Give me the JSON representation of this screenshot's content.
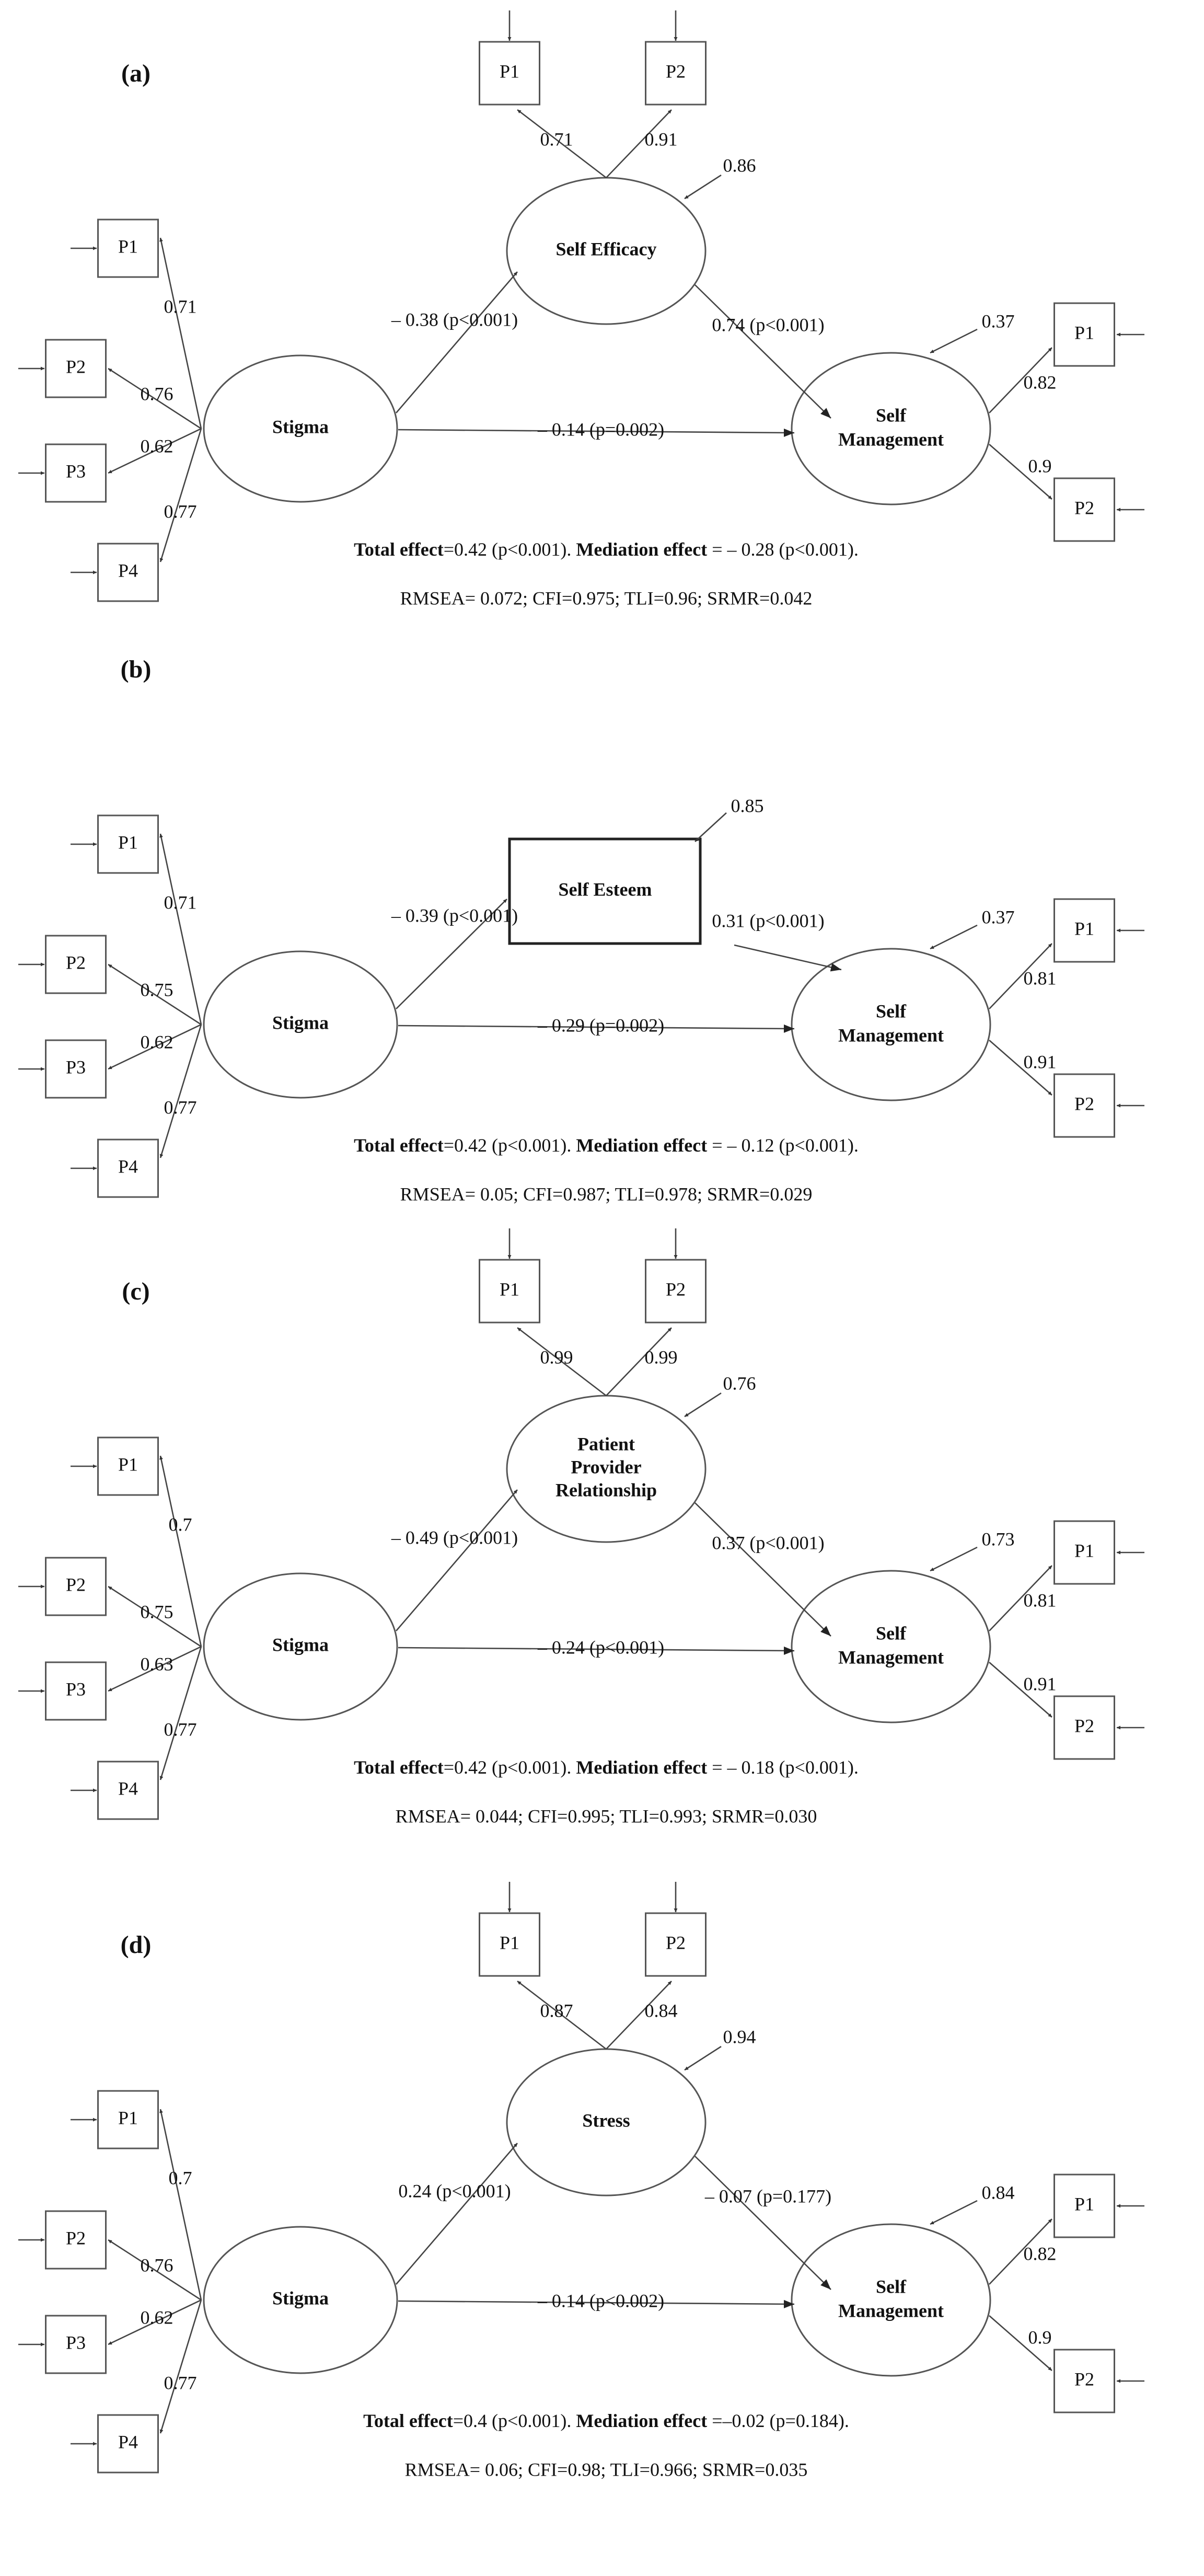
{
  "colors": {
    "stroke": "#444444",
    "text": "#111111",
    "background": "#ffffff"
  },
  "panels": [
    {
      "id": "a",
      "label": "(a)",
      "mediator": {
        "label": [
          "Self Efficacy"
        ],
        "shape": "ellipse",
        "indicators": true
      },
      "stigma_label": "Stigma",
      "sm_label": [
        "Self",
        "Management"
      ],
      "ind_label": "P1",
      "ind_label_2": "P2",
      "stigma_ind": [
        "P1",
        "P2",
        "P3",
        "P4"
      ],
      "stigma_load": [
        "0.71",
        "0.76",
        "0.62",
        "0.77"
      ],
      "med_load": [
        "0.71",
        "0.91"
      ],
      "med_resid": "0.86",
      "sm_resid": "0.37",
      "sm_load": [
        "0.82",
        "0.9"
      ],
      "path_a": "– 0.38 (p<0.001)",
      "path_b": "0.74 (p<0.001)",
      "path_c": "– 0.14 (p=0.002)",
      "total_label": "Total effect",
      "total_value": "=0.42 (p<0.001). ",
      "mediation_label": "Mediation effect",
      "mediation_value": " = – 0.28 (p<0.001).",
      "fit": "RMSEA= 0.072; CFI=0.975; TLI=0.96; SRMR=0.042"
    },
    {
      "id": "b",
      "label": "(b)",
      "mediator": {
        "label": [
          "Self Esteem"
        ],
        "shape": "rect",
        "indicators": false
      },
      "stigma_label": "Stigma",
      "sm_label": [
        "Self",
        "Management"
      ],
      "stigma_ind": [
        "P1",
        "P2",
        "P3",
        "P4"
      ],
      "stigma_load": [
        "0.71",
        "0.75",
        "0.62",
        "0.77"
      ],
      "med_load": [],
      "med_resid": "0.85",
      "sm_resid": "0.37",
      "sm_load": [
        "0.81",
        "0.91"
      ],
      "path_a": "– 0.39 (p<0.001)",
      "path_b": "0.31 (p<0.001)",
      "path_c": "– 0.29 (p=0.002)",
      "total_label": "Total effect",
      "total_value": "=0.42 (p<0.001). ",
      "mediation_label": "Mediation effect",
      "mediation_value": " = – 0.12 (p<0.001).",
      "fit": "RMSEA= 0.05; CFI=0.987; TLI=0.978; SRMR=0.029"
    },
    {
      "id": "c",
      "label": "(c)",
      "mediator": {
        "label": [
          "Patient",
          "Provider",
          "Relationship"
        ],
        "shape": "ellipse",
        "indicators": true
      },
      "stigma_label": "Stigma",
      "sm_label": [
        "Self",
        "Management"
      ],
      "stigma_ind": [
        "P1",
        "P2",
        "P3",
        "P4"
      ],
      "stigma_load": [
        "0.7",
        "0.75",
        "0.63",
        "0.77"
      ],
      "med_load": [
        "0.99",
        "0.99"
      ],
      "med_resid": "0.76",
      "sm_resid": "0.73",
      "sm_load": [
        "0.81",
        "0.91"
      ],
      "path_a": "– 0.49 (p<0.001)",
      "path_b": "0.37 (p<0.001)",
      "path_c": "– 0.24 (p<0.001)",
      "total_label": "Total effect",
      "total_value": "=0.42 (p<0.001). ",
      "mediation_label": "Mediation effect",
      "mediation_value": " = – 0.18 (p<0.001).",
      "fit": "RMSEA= 0.044; CFI=0.995; TLI=0.993; SRMR=0.030"
    },
    {
      "id": "d",
      "label": "(d)",
      "mediator": {
        "label": [
          "Stress"
        ],
        "shape": "ellipse",
        "indicators": true
      },
      "stigma_label": "Stigma",
      "sm_label": [
        "Self",
        "Management"
      ],
      "stigma_ind": [
        "P1",
        "P2",
        "P3",
        "P4"
      ],
      "stigma_load": [
        "0.7",
        "0.76",
        "0.62",
        "0.77"
      ],
      "med_load": [
        "0.87",
        "0.84"
      ],
      "med_resid": "0.94",
      "sm_resid": "0.84",
      "sm_load": [
        "0.82",
        "0.9"
      ],
      "path_a": "0.24 (p<0.001)",
      "path_b": "– 0.07 (p=0.177)",
      "path_c": "– 0.14 (p<0.002)",
      "total_label": "Total effect",
      "total_value": "=0.4 (p<0.001). ",
      "mediation_label": "Mediation effect",
      "mediation_value": " =–0.02 (p=0.184).",
      "fit": "RMSEA= 0.06; CFI=0.98; TLI=0.966; SRMR=0.035"
    }
  ]
}
